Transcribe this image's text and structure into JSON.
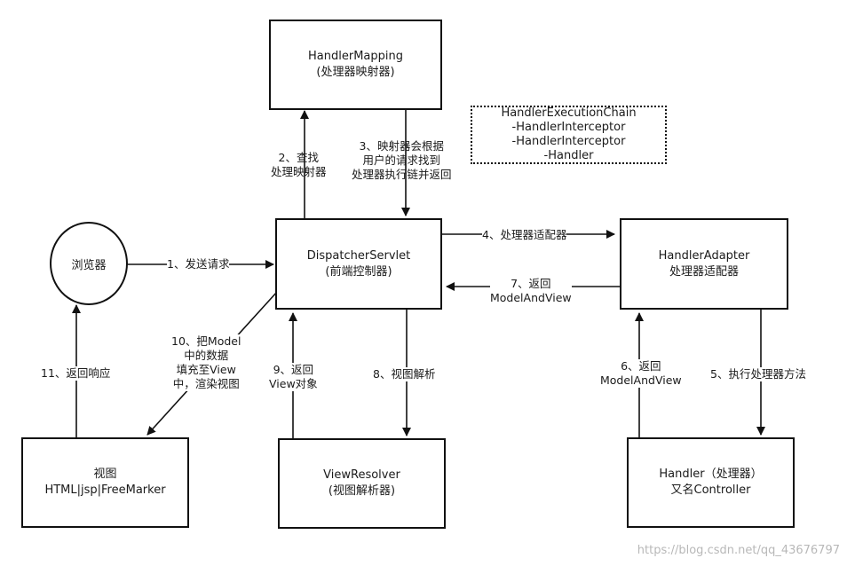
{
  "nodes": {
    "handler_mapping": {
      "title": "HandlerMapping",
      "subtitle": "(处理器映射器)"
    },
    "dispatcher_servlet": {
      "title": "DispatcherServlet",
      "subtitle": "(前端控制器)"
    },
    "handler_adapter": {
      "title": "HandlerAdapter",
      "subtitle": "处理器适配器"
    },
    "browser": {
      "title": "浏览器"
    },
    "view": {
      "title": "视图",
      "subtitle": "HTML|jsp|FreeMarker"
    },
    "view_resolver": {
      "title": "ViewResolver",
      "subtitle": "(视图解析器)"
    },
    "handler": {
      "title": "Handler（处理器）",
      "subtitle": "又名Controller"
    },
    "execution_chain": {
      "lines": [
        "HandlerExecutionChain",
        "-HandlerInterceptor",
        "-HandlerInterceptor",
        "-Handler"
      ]
    }
  },
  "edges": {
    "step1": [
      "1、发送请求"
    ],
    "step2": [
      "2、查找",
      "处理映射器"
    ],
    "step3": [
      "3、映射器会根据",
      "用户的请求找到",
      "处理器执行链并返回"
    ],
    "step4": [
      "4、处理器适配器"
    ],
    "step5": [
      "5、执行处理器方法"
    ],
    "step6": [
      "6、返回",
      "ModelAndView"
    ],
    "step7": [
      "7、返回",
      "ModelAndView"
    ],
    "step8": [
      "8、视图解析"
    ],
    "step9": [
      "9、返回",
      "View对象"
    ],
    "step10": [
      "10、把Model",
      "中的数据",
      "填充至View",
      "中，渲染视图"
    ],
    "step11": [
      "11、返回响应"
    ]
  },
  "watermark": "https://blog.csdn.net/qq_43676797"
}
